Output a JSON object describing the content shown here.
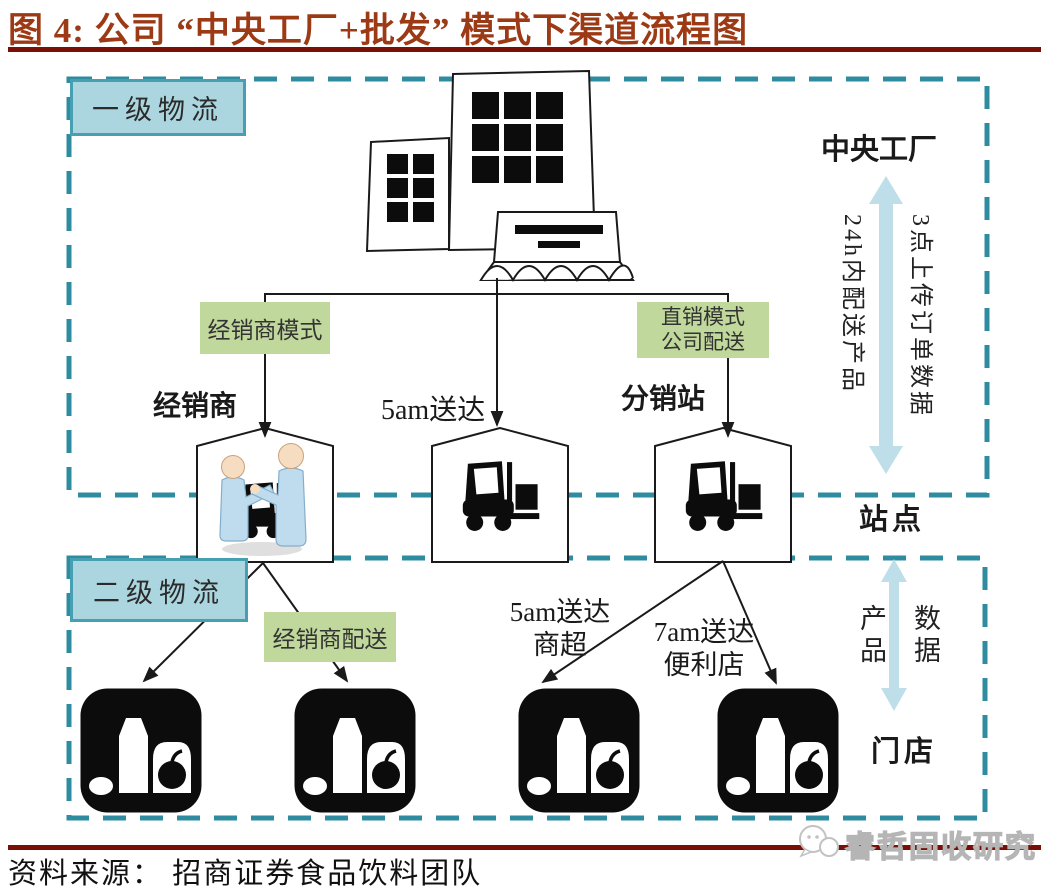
{
  "header": {
    "title": "图 4:  公司 “中央工厂+批发” 模式下渠道流程图"
  },
  "footer": {
    "source": "资料来源：  招商证券食品饮料团队",
    "watermark": "睿哲固收研究"
  },
  "diagram": {
    "boxes": {
      "level1": "一级物流",
      "level2": "二级物流"
    },
    "nodes": {
      "central_factory": "中央工厂",
      "station": "站点",
      "store": "门店",
      "dealer": "经销商",
      "distribution_station": "分销站"
    },
    "tags": {
      "dealer_mode": "经销商模式",
      "direct_mode": [
        "直销模式",
        "公司配送"
      ],
      "dealer_delivery": "经销商配送"
    },
    "flows": {
      "delivery_5am": "5am送达",
      "deliver_24h": "24h内配送产品",
      "upload_3pm": "3点上传订单数据",
      "supermarket_5am": [
        "5am送达",
        "商超"
      ],
      "cvs_7am": [
        "7am送达",
        "便利店"
      ],
      "product": "产品",
      "data": "数据"
    }
  },
  "colors": {
    "title_red": "#9C3A16",
    "rule_red": "#7A1005",
    "dash": "#2F8CA0",
    "teal_fill": "#ABD6DF",
    "teal_border": "#46A0B2",
    "green": "#C0D89B",
    "arrow_blue": "#BEDFE9",
    "ink": "#1a1a1a"
  }
}
